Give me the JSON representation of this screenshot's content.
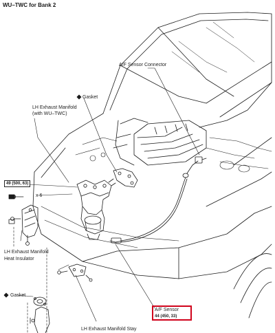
{
  "title": "WU–TWC for Bank 2",
  "labels": {
    "af_connector": "A/F Sensor Connector",
    "gasket_top": "Gasket",
    "lh_manifold_1": "LH Exhaust Manifold",
    "lh_manifold_2": "(with WU–TWC)",
    "torque_49": "49 (500, 63)",
    "x6": "x 6",
    "insulator_1": "LH Exhaust Manifold",
    "insulator_2": "Heat Insulator",
    "gasket_bottom": "Gasket",
    "stay": "LH Exhaust Manifold Stay",
    "af_sensor": "A/F Sensor",
    "torque_44": "44 (450, 33)"
  },
  "symbols": {
    "gasket_marker": "◆",
    "torque_icon": "torque-wrench-icon"
  },
  "colors": {
    "highlight": "#d0021b",
    "line": "#1a1a1a"
  }
}
